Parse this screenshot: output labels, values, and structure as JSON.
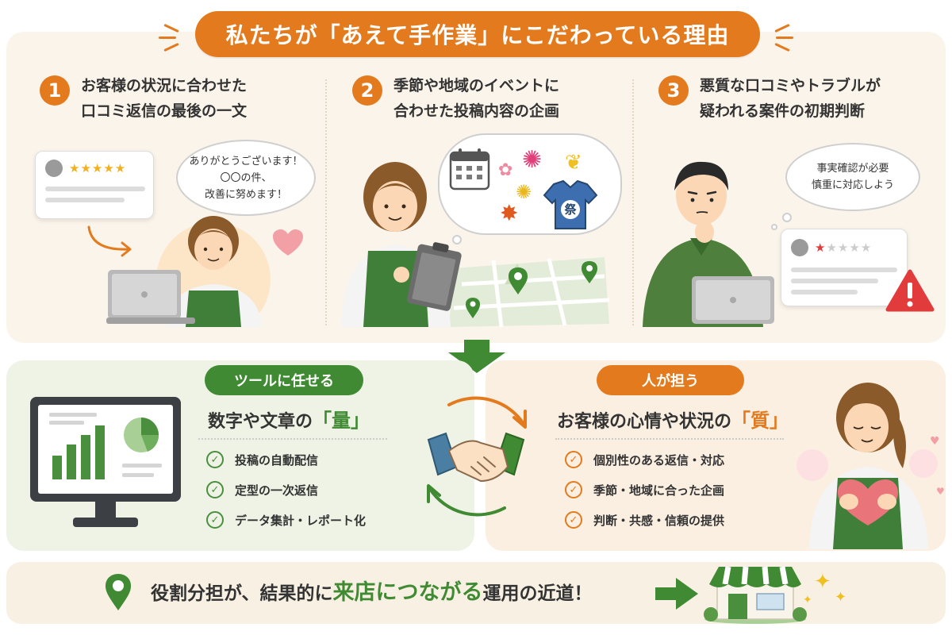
{
  "title": "私たちが「あえて手作業」にこだわっている理由",
  "reasons": [
    {
      "number": "1",
      "line1": "お客様の状況に合わせた",
      "line2": "口コミ返信の最後の一文",
      "bubble": [
        "ありがとうございます！",
        "〇〇の件、",
        "改善に努めます！"
      ]
    },
    {
      "number": "2",
      "line1": "季節や地域のイベントに",
      "line2": "合わせた投稿内容の企画",
      "festival_char": "祭"
    },
    {
      "number": "3",
      "line1": "悪質な口コミやトラブルが",
      "line2": "疑われる案件の初期判断",
      "bubble": [
        "事実確認が必要",
        "慎重に対応しよう"
      ]
    }
  ],
  "tool_section": {
    "tag": "ツールに任せる",
    "heading_prefix": "数字や文章の",
    "heading_emphasis": "「量」",
    "items": [
      "投稿の自動配信",
      "定型の一次返信",
      "データ集計・レポート化"
    ]
  },
  "human_section": {
    "tag": "人が担う",
    "heading_prefix": "お客様の心情や状況の",
    "heading_emphasis": "「質」",
    "items": [
      "個別性のある返信・対応",
      "季節・地域に合った企画",
      "判断・共感・信頼の提供"
    ]
  },
  "banner": {
    "text_before": "役割分担が、結果的に",
    "text_emphasis": "来店につながる",
    "text_after": "運用の近道！"
  },
  "ratings": {
    "review_1_stars": 5,
    "review_3_stars": 1
  },
  "icons": {
    "check": "check-icon",
    "location": "map-pin-icon",
    "arrow": "arrow-right-icon",
    "handshake": "handshake-icon",
    "warning": "warning-icon",
    "heart": "heart-icon",
    "calendar": "calendar-icon",
    "shop": "shop-icon",
    "sparkle": "sparkle-icon"
  },
  "colors": {
    "orange": "#e47a1e",
    "green": "#3f8a32",
    "light_green_bg": "#eef3e5",
    "peach_bg": "#fbefe2",
    "cream_bg": "#fbf4ea"
  }
}
